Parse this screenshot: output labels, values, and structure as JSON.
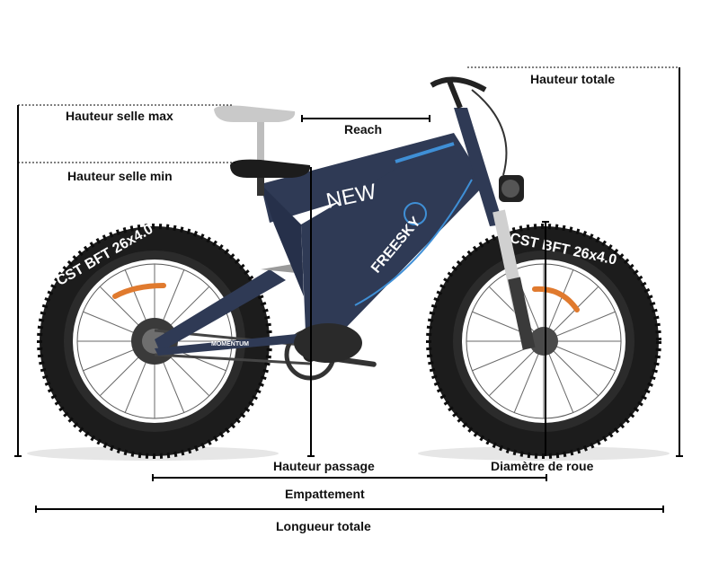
{
  "labels": {
    "hauteur_totale": "Hauteur totale",
    "hauteur_selle_max": "Hauteur selle max",
    "reach": "Reach",
    "hauteur_selle_min": "Hauteur selle min",
    "hauteur_passage": "Hauteur passage",
    "diametre_roue": "Diamètre de roue",
    "empattement": "Empattement",
    "longueur_totale": "Longueur totale"
  },
  "bike": {
    "frame_brand": "FREESKY",
    "model_mark": "NEW",
    "tire_text": "CST BFT 26x4.0",
    "chainstay_text": "MOMENTUM"
  },
  "colors": {
    "frame": "#2f3a55",
    "frame_accent": "#3f8fd6",
    "tire": "#1b1b1b",
    "rotor_accent": "#e07a2e",
    "dimension_line": "#000000"
  }
}
